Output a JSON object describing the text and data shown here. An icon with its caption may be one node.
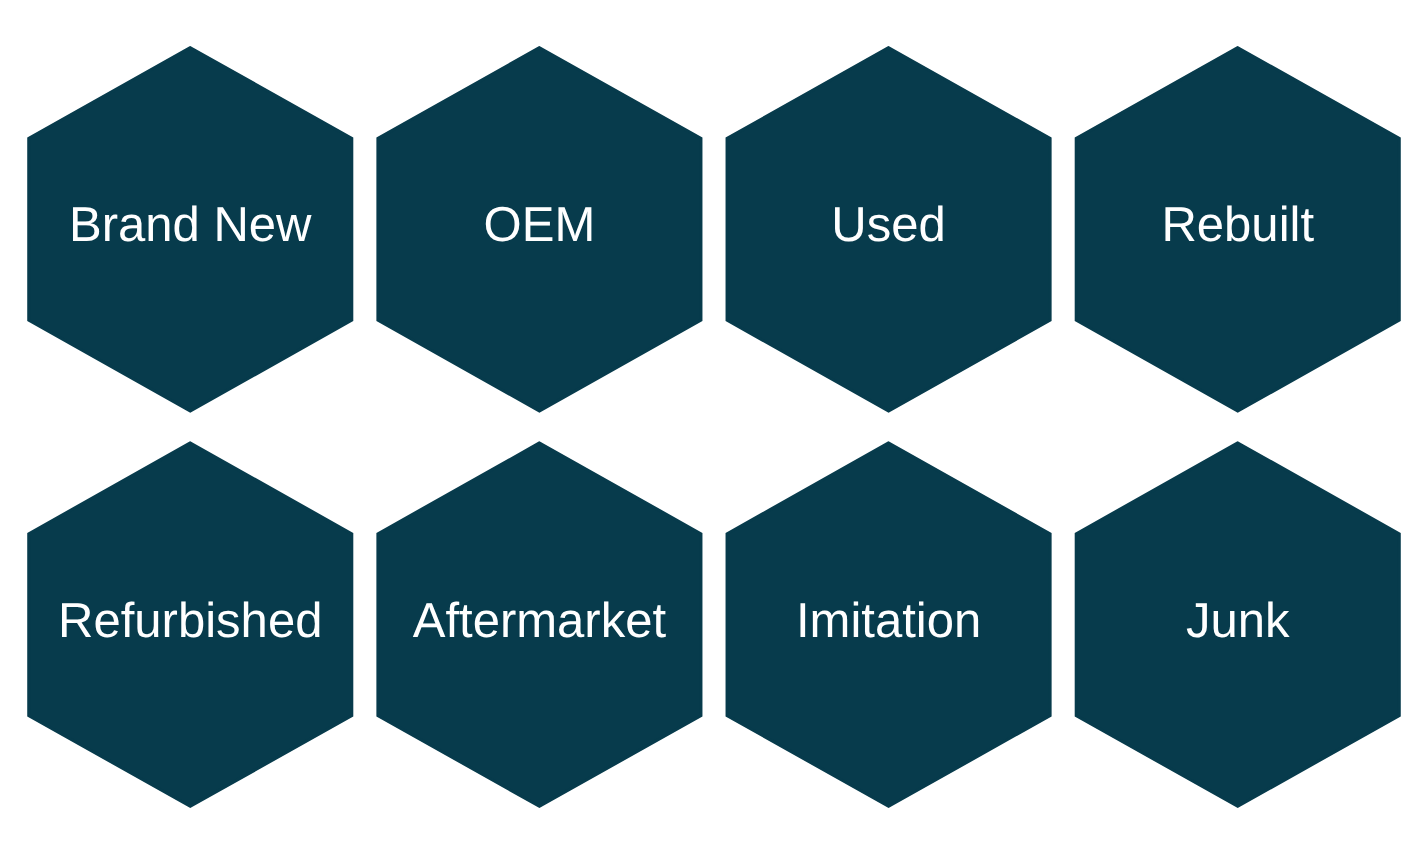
{
  "diagram": {
    "nodes": [
      {
        "text": [
          "Brand New"
        ]
      },
      {
        "text": [
          "OEM"
        ]
      },
      {
        "text": [
          "Used"
        ]
      },
      {
        "text": [
          "Rebuilt"
        ]
      },
      {
        "text": [
          "Refurbished"
        ]
      },
      {
        "text": [
          "Aftermarket"
        ]
      },
      {
        "text": [
          "Imitation"
        ]
      },
      {
        "text": [
          "Junk"
        ]
      }
    ]
  }
}
